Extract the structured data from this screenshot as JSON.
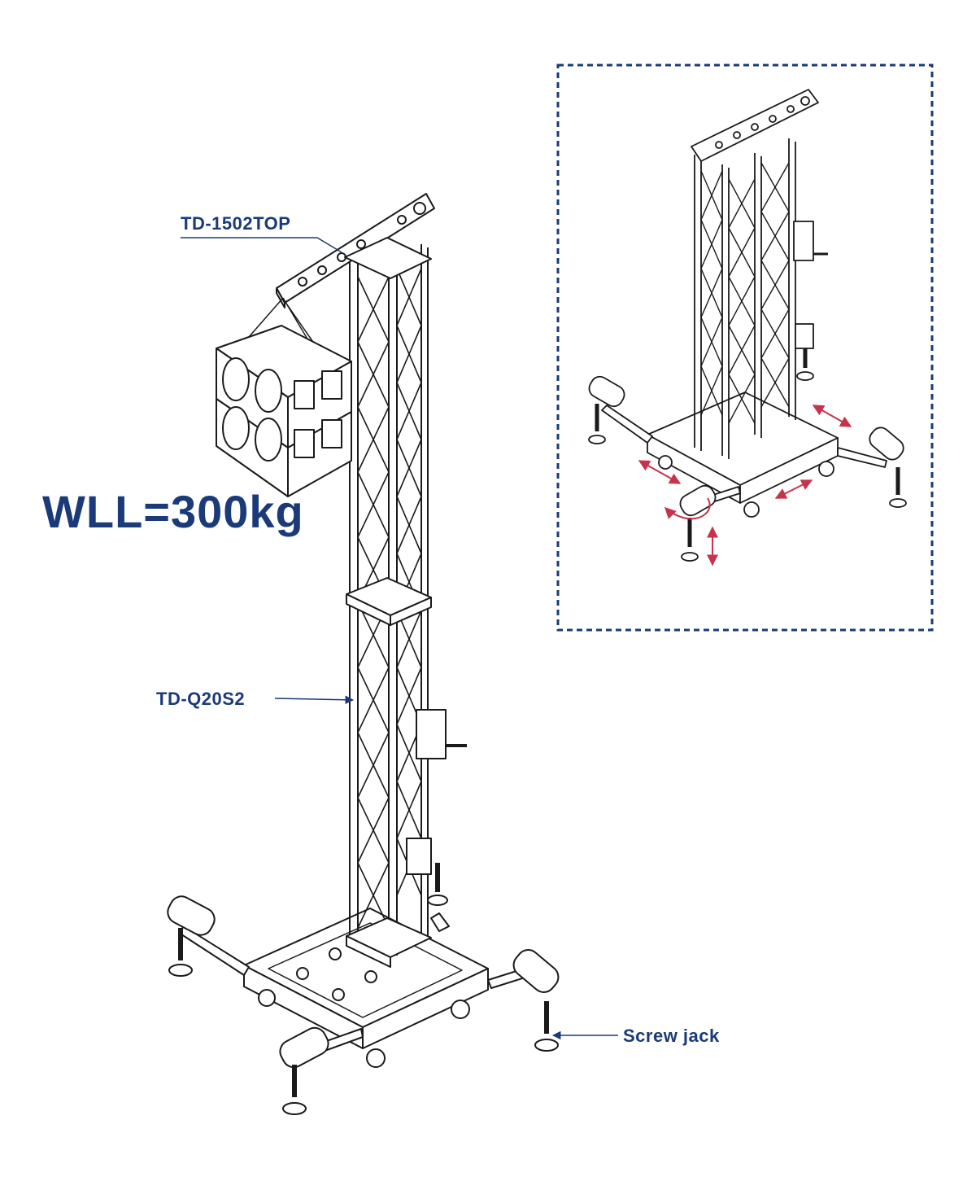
{
  "labels": {
    "top_part": "TD-1502TOP",
    "truss": "TD-Q20S2",
    "jack": "Screw jack",
    "wll": "WLL=300kg"
  },
  "colors": {
    "label": "#1a3a7a",
    "line": "#1a1a1a",
    "arrow": "#c8324b",
    "frame": "#1a3a7a"
  }
}
